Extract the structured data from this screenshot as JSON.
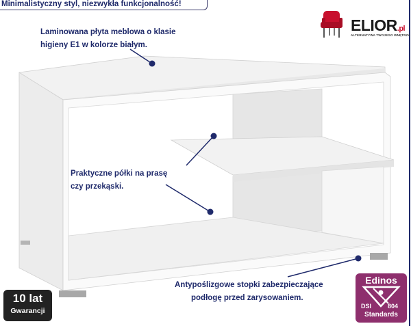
{
  "header": {
    "tagline": "Minimalistyczny styl, niezwykła funkcjonalność!"
  },
  "brand": {
    "logo_name": "ELIOR",
    "logo_suffix": ".pl",
    "logo_tagline": "ALTERNATYWA TWOJEGO WNĘTRZA",
    "icon": "red-chair-icon",
    "accent_color": "#c8102e"
  },
  "callouts": [
    {
      "text": "Laminowana płyta meblowa o klasie",
      "text2": "higieny E1 w kolorze białym."
    },
    {
      "text": "Praktyczne półki na prasę",
      "text2": "czy przekąski."
    },
    {
      "text": "Antypoślizgowe stopki zabezpieczające",
      "text2": "podłogę przed zarysowaniem."
    }
  ],
  "warranty": {
    "line1": "10 lat",
    "line2": "Gwarancji"
  },
  "certificate": {
    "name": "Edinos",
    "dsi": "DSI",
    "code": "804",
    "standards": "Standards",
    "color": "#8e2f6d"
  },
  "colors": {
    "text": "#1f2a6b",
    "frame": "#1f2a6b",
    "dot": "#1f2a6b"
  }
}
